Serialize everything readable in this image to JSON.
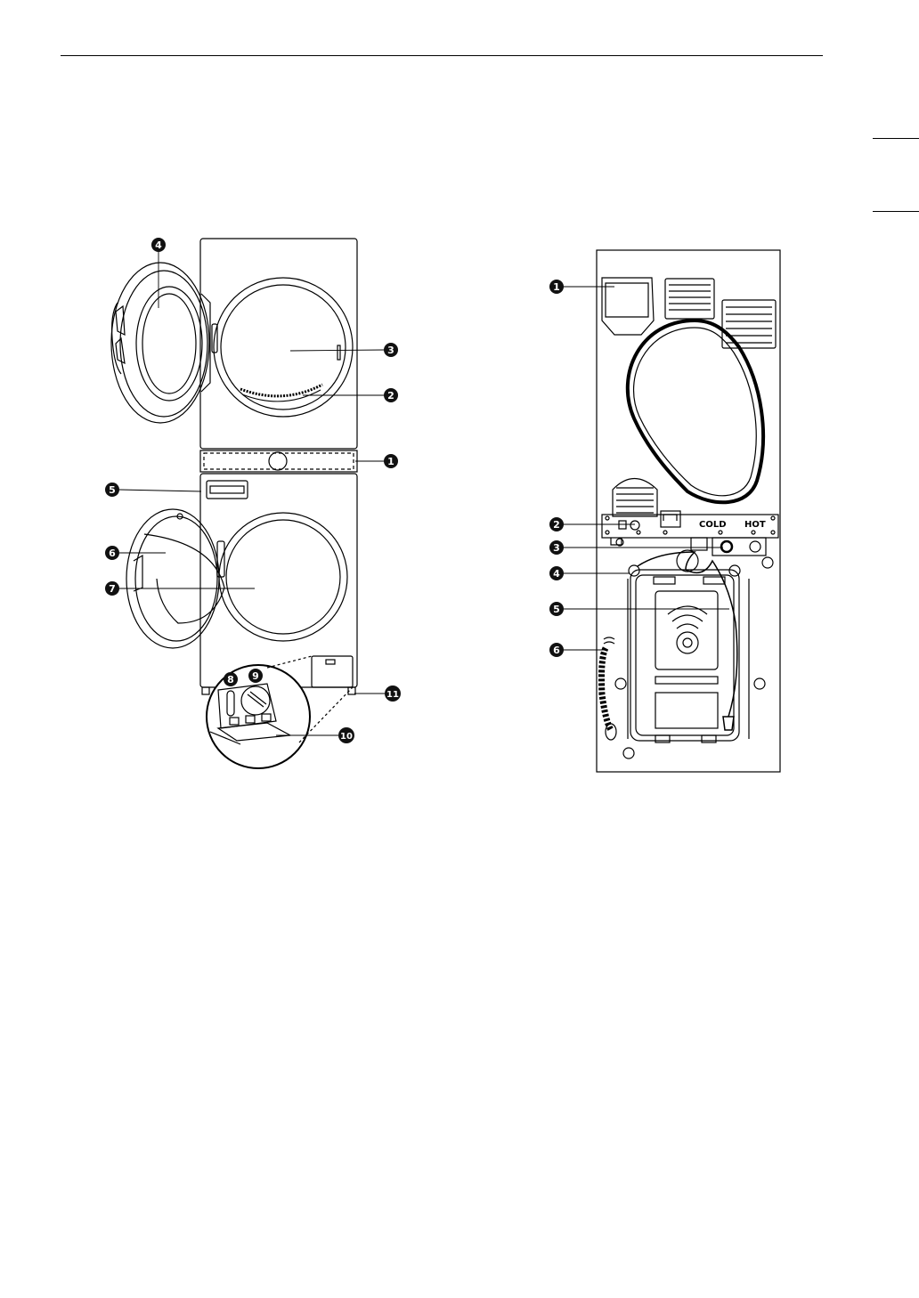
{
  "front_callouts": [
    "1",
    "2",
    "3",
    "4",
    "5",
    "6",
    "7",
    "8",
    "9",
    "10",
    "11"
  ],
  "rear_callouts": [
    "1",
    "2",
    "3",
    "4",
    "5",
    "6"
  ],
  "rear_labels": {
    "cold": "COLD",
    "hot": "HOT"
  },
  "colors": {
    "ink": "#000000",
    "paper": "#ffffff",
    "callout": "#111111"
  }
}
